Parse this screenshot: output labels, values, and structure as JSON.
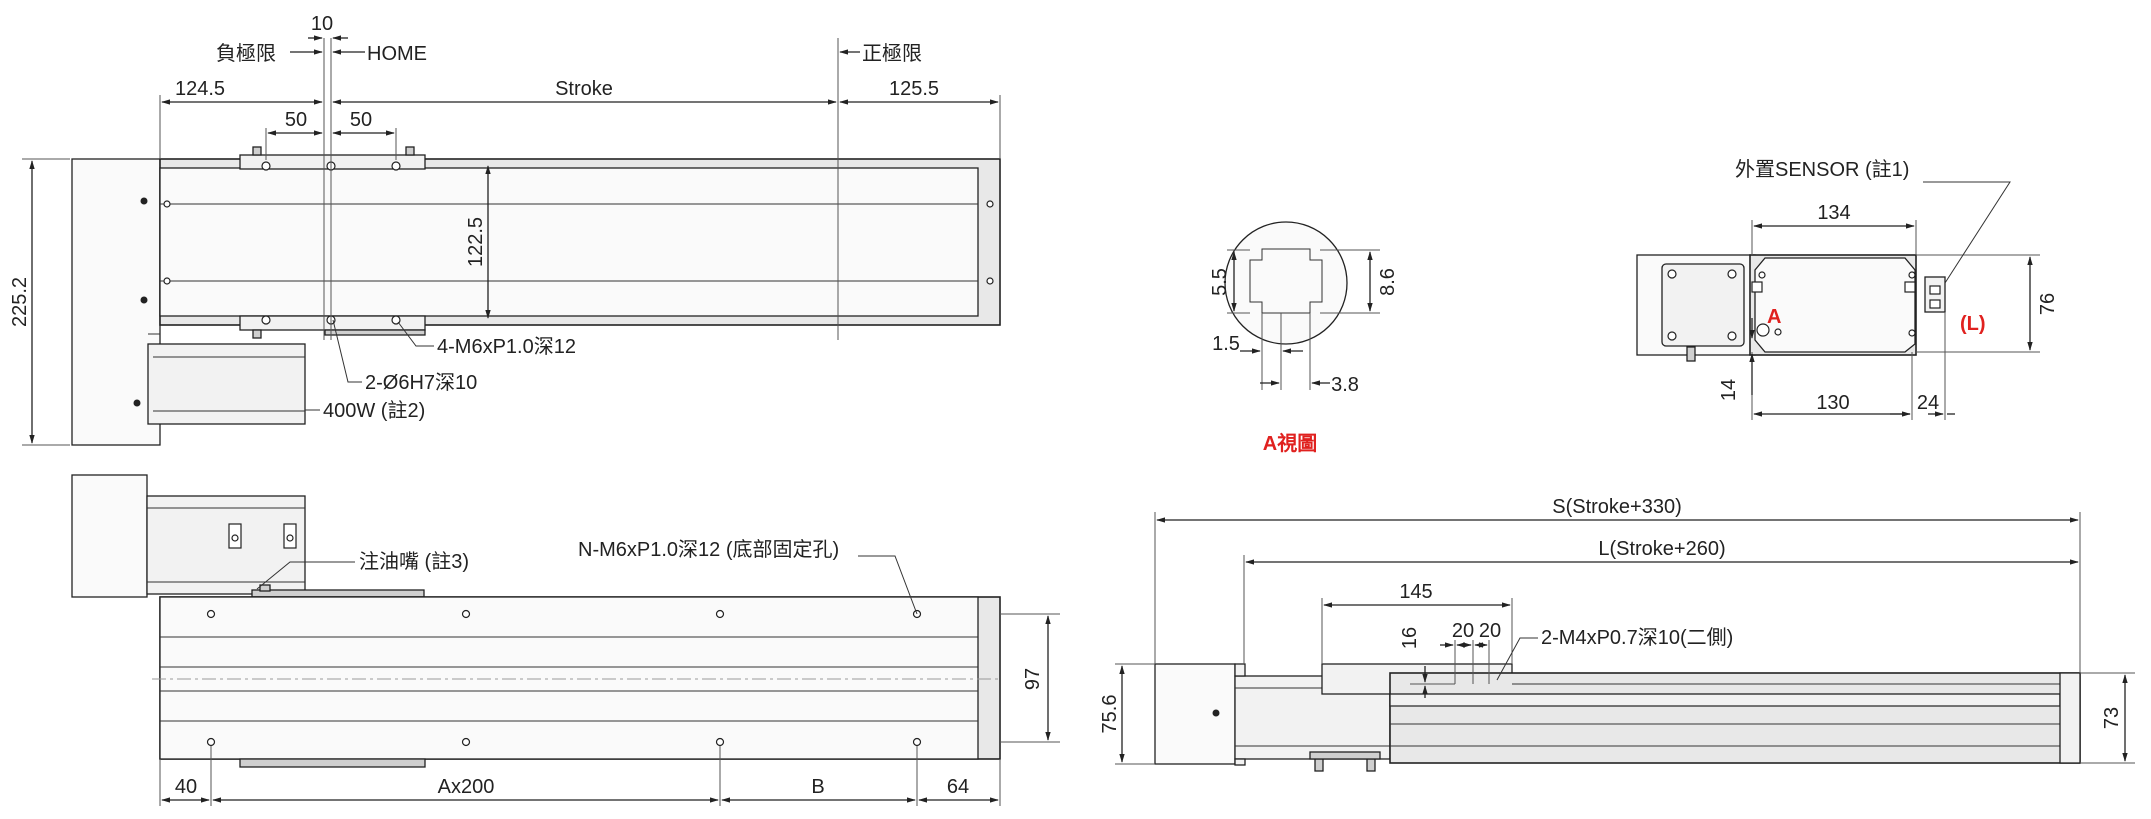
{
  "labels": {
    "dim_10": "10",
    "neg_limit": "負極限",
    "home": "HOME",
    "pos_limit": "正極限",
    "dim_124_5": "124.5",
    "stroke": "Stroke",
    "dim_125_5": "125.5",
    "dim_50a": "50",
    "dim_50b": "50",
    "dim_225_2": "225.2",
    "dim_122_5": "122.5",
    "tap_top": "4-M6xP1.0深12",
    "pin_hole": "2-Ø6H7深10",
    "motor": "400W (註2)",
    "grease": "注油嘴 (註3)",
    "base_tap": "N-M6xP1.0深12 (底部固定孔)",
    "dim_97": "97",
    "dim_40": "40",
    "a_x_200": "Ax200",
    "b": "B",
    "dim_64": "64",
    "dim_5_5": "5.5",
    "dim_8_6": "8.6",
    "dim_1_5": "1.5",
    "dim_3_8": "3.8",
    "a_view": "A視圖",
    "ext_sensor": "外置SENSOR (註1)",
    "dim_134": "134",
    "a_mark": "A",
    "l_mark": "(L)",
    "dim_76": "76",
    "dim_14": "14",
    "dim_130": "130",
    "dim_24": "24",
    "s_total": "S(Stroke+330)",
    "l_total": "L(Stroke+260)",
    "dim_145": "145",
    "dim_16": "16",
    "dim_20a": "20",
    "dim_20b": "20",
    "side_tap": "2-M4xP0.7深10(二側)",
    "dim_75_6": "75.6",
    "dim_73": "73"
  },
  "colors": {
    "line": "#222222",
    "body": "#e8e8e8",
    "highlight": "#e0211f"
  }
}
